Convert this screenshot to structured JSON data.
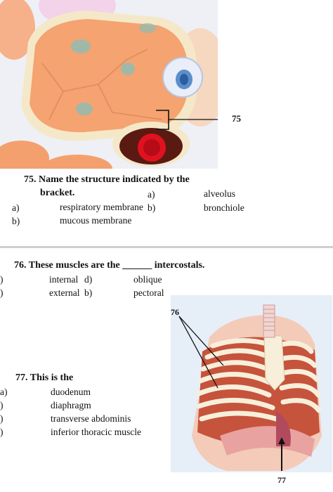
{
  "q75": {
    "callout_number": "75",
    "question_line1": "75. Name the structure indicated by the",
    "question_line2": "bracket.",
    "options": [
      {
        "letter": "a)",
        "text": "respiratory membrane"
      },
      {
        "letter": "b)",
        "text": "mucous membrane"
      },
      {
        "letter": "a)",
        "text": "alveolus"
      },
      {
        "letter": "b)",
        "text": "bronchiole"
      }
    ]
  },
  "q76": {
    "question": "76. These muscles are the ______ intercostals.",
    "callout_number": "76",
    "options": [
      {
        "letter": ")",
        "text": "internal"
      },
      {
        "letter": ")",
        "text": "external"
      },
      {
        "letter": "d)",
        "text": "oblique"
      },
      {
        "letter": "b)",
        "text": "pectoral"
      }
    ]
  },
  "q77": {
    "question": "77. This is the",
    "callout_number": "77",
    "options": [
      {
        "letter": "a)",
        "text": "duodenum"
      },
      {
        "letter": ")",
        "text": "diaphragm"
      },
      {
        "letter": ")",
        "text": "transverse abdominis"
      },
      {
        "letter": ")",
        "text": "inferior thoracic muscle"
      }
    ]
  }
}
